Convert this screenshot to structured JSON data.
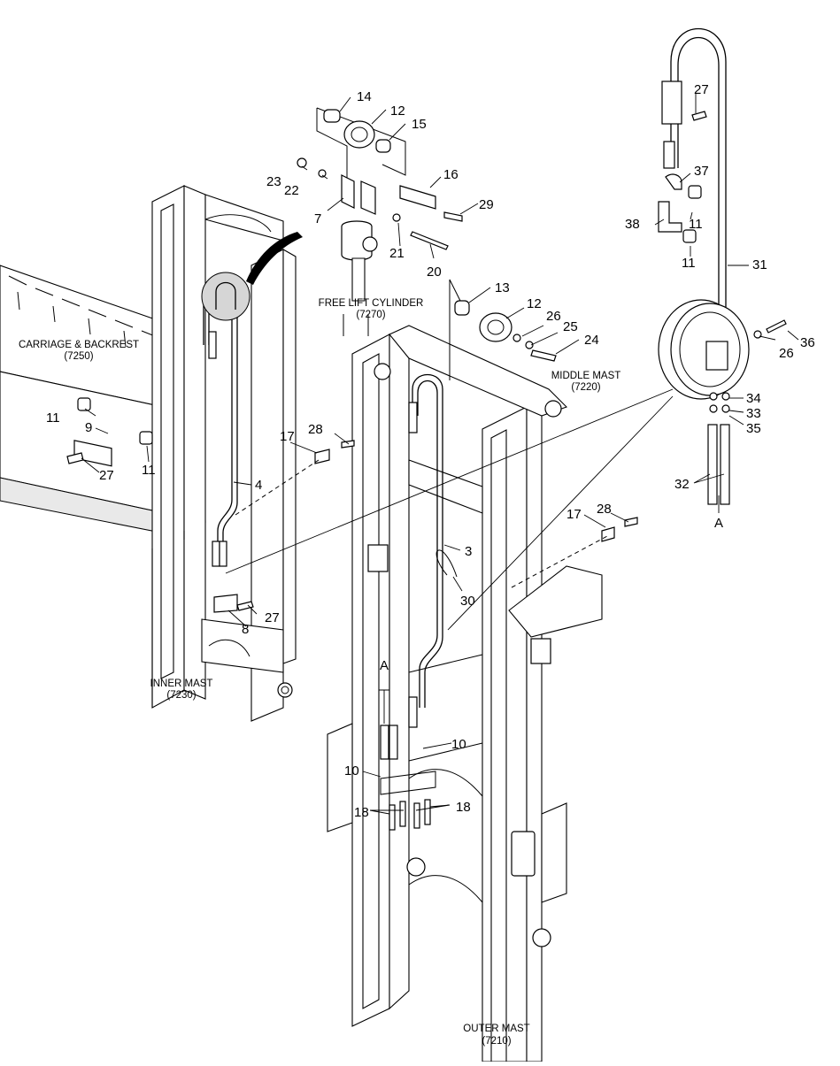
{
  "assemblies": {
    "carriage": {
      "name": "CARRIAGE & BACKREST",
      "code": "(7250)"
    },
    "free_lift": {
      "name": "FREE LIFT CYLINDER",
      "code": "(7270)"
    },
    "middle_mast": {
      "name": "MIDDLE MAST",
      "code": "(7220)"
    },
    "inner_mast": {
      "name": "INNER MAST",
      "code": "(7230)"
    },
    "outer_mast": {
      "name": "OUTER MAST",
      "code": "(7210)"
    }
  },
  "callouts": {
    "p3": "3",
    "p4": "4",
    "p7": "7",
    "p8": "8",
    "p9": "9",
    "p10a": "10",
    "p10b": "10",
    "p11a": "11",
    "p11b": "11",
    "p11c": "11",
    "p11d": "11",
    "p12a": "12",
    "p12b": "12",
    "p13": "13",
    "p14": "14",
    "p15": "15",
    "p16": "16",
    "p17a": "17",
    "p17b": "17",
    "p18a": "18",
    "p18b": "18",
    "p20": "20",
    "p21": "21",
    "p22": "22",
    "p23": "23",
    "p24": "24",
    "p25": "25",
    "p26a": "26",
    "p26b": "26",
    "p27a": "27",
    "p27b": "27",
    "p27c": "27",
    "p28a": "28",
    "p28b": "28",
    "p29": "29",
    "p30": "30",
    "p31": "31",
    "p32": "32",
    "p33": "33",
    "p34": "34",
    "p35": "35",
    "p36": "36",
    "p37": "37",
    "p38": "38"
  },
  "refs": {
    "a1": "A",
    "a2": "A"
  }
}
